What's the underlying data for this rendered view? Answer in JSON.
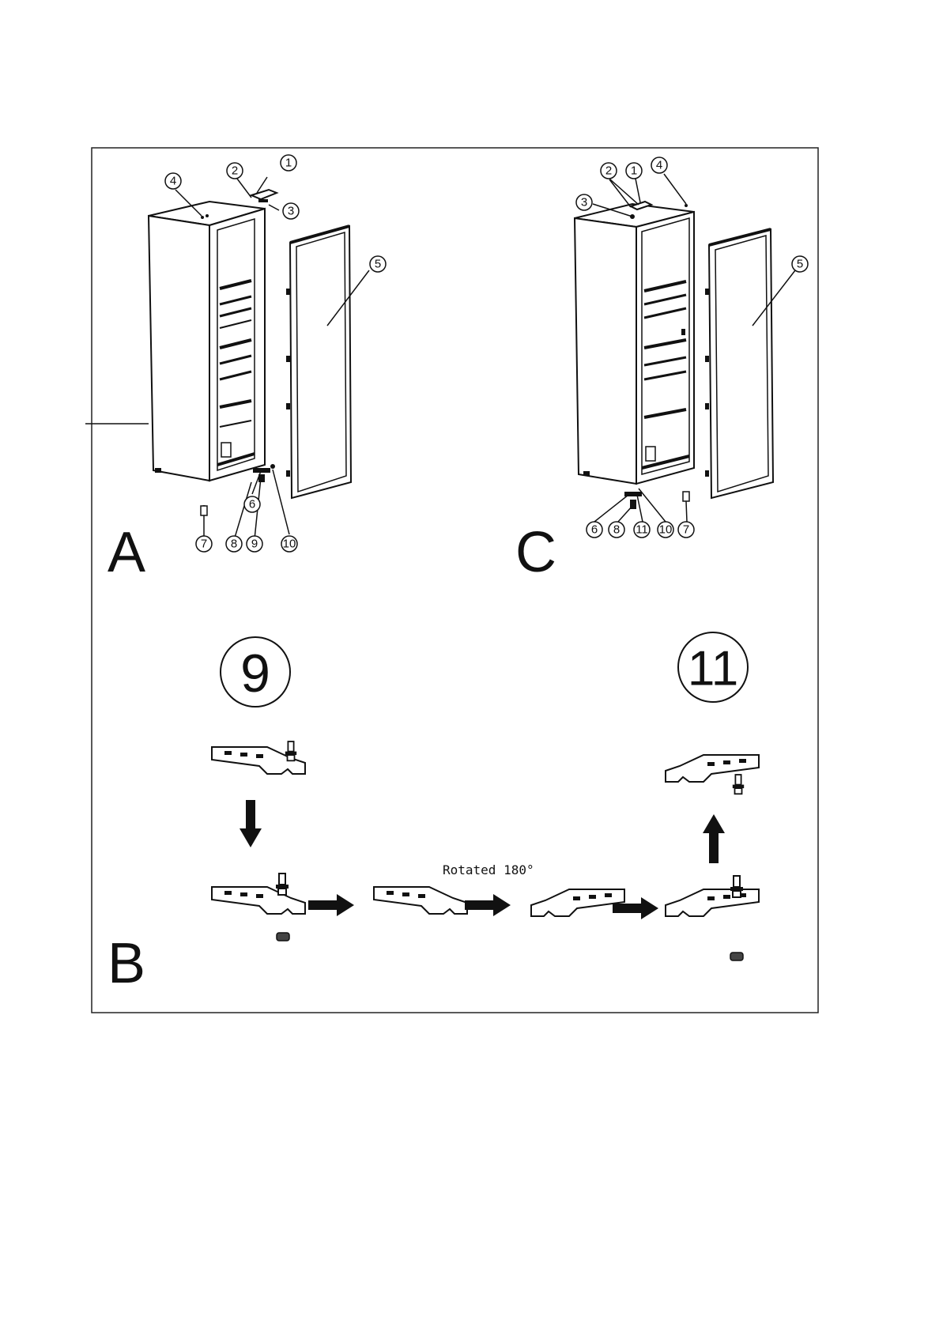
{
  "figure": {
    "panels": {
      "a": {
        "letter": "A"
      },
      "b": {
        "letter": "B"
      },
      "c": {
        "letter": "C"
      }
    },
    "callouts_a": [
      "1",
      "2",
      "3",
      "4",
      "5",
      "6",
      "7",
      "8",
      "9",
      "10"
    ],
    "callouts_c": [
      "1",
      "2",
      "3",
      "4",
      "5",
      "6",
      "7",
      "8",
      "11",
      "10"
    ],
    "big_labels": {
      "left": "9",
      "right": "11"
    },
    "rotation_note": "Rotated 180°"
  }
}
